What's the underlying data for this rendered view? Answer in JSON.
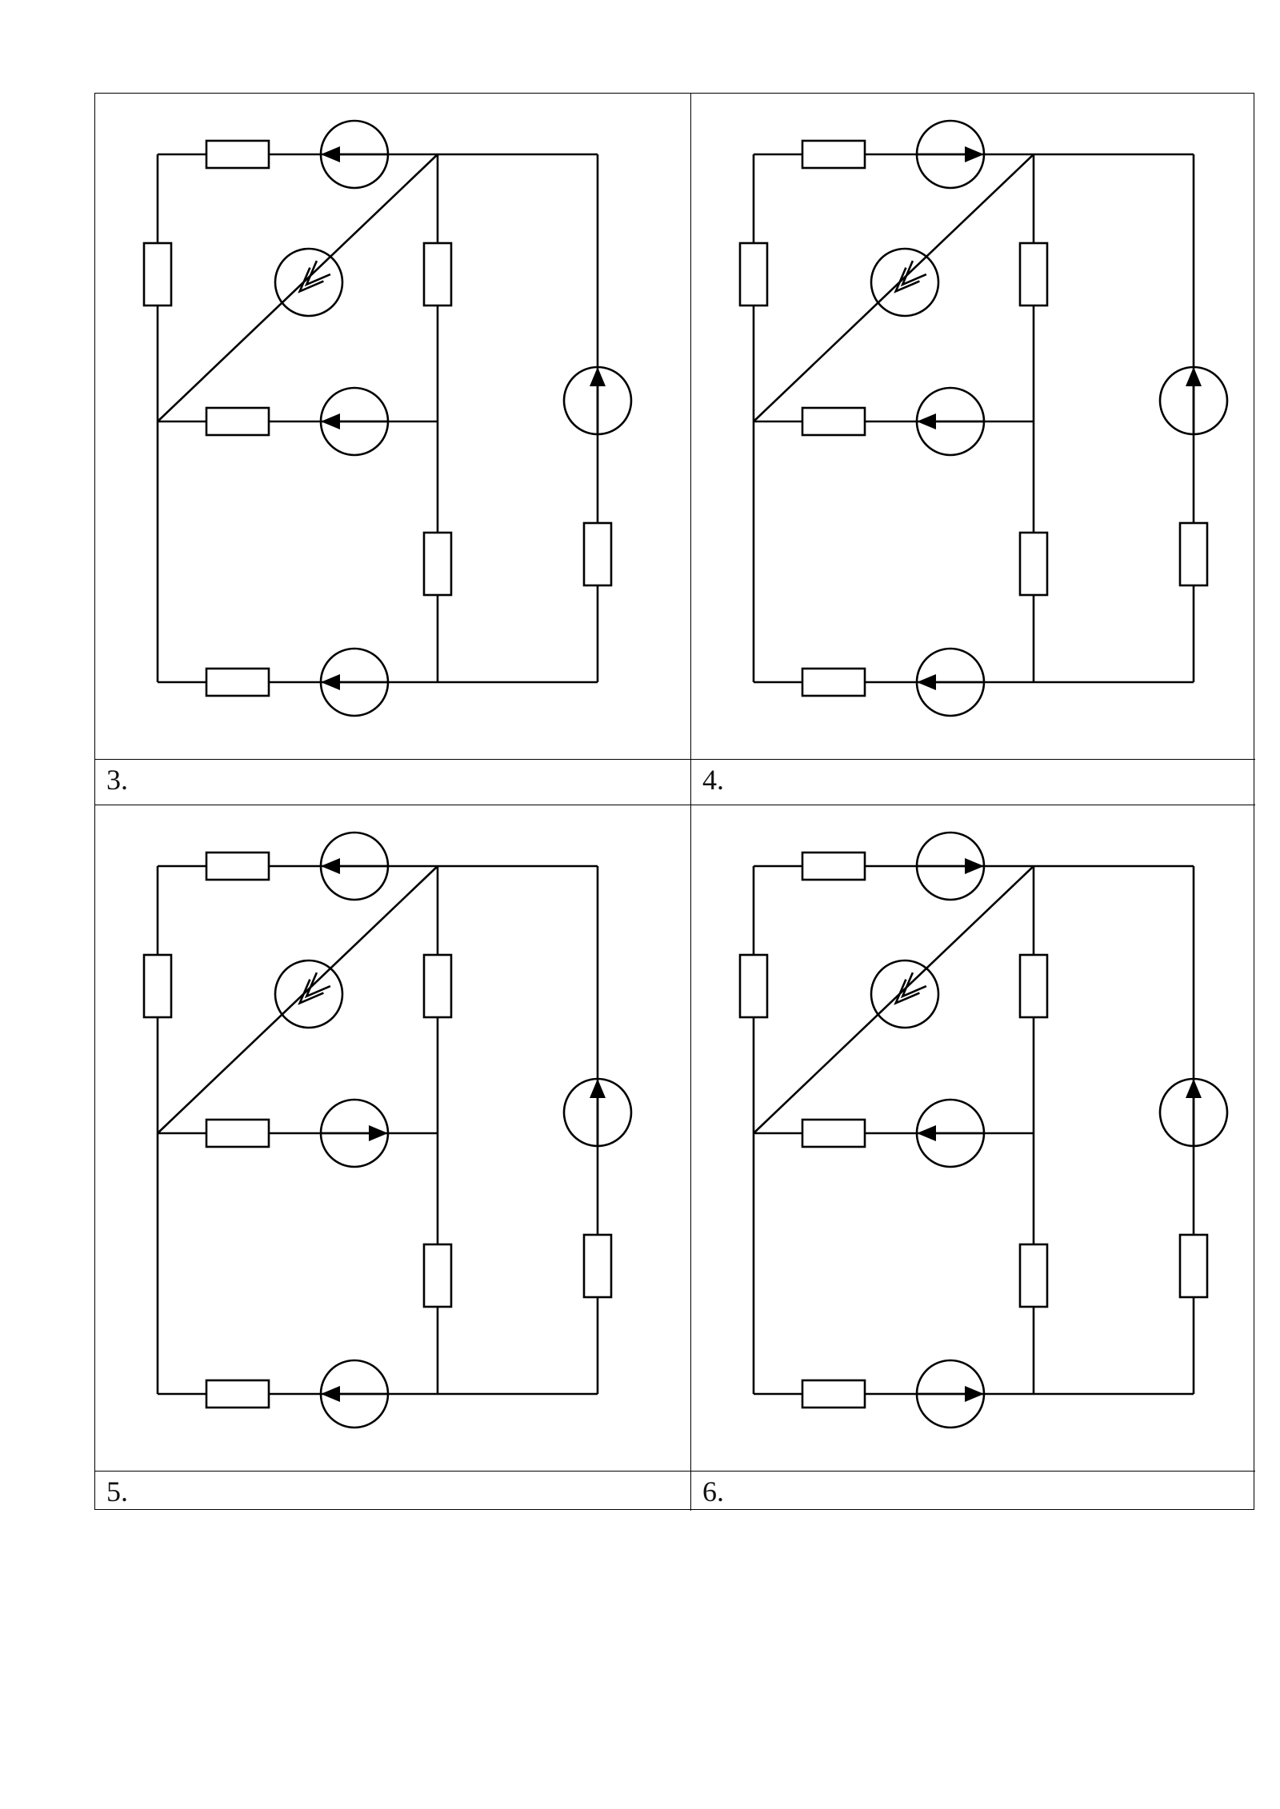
{
  "labels": [
    "3.",
    "4.",
    "5.",
    "6."
  ],
  "diagrams": [
    {
      "name": "circuit-top-left",
      "sources": {
        "top": "left",
        "middle": "left",
        "bottom": "left",
        "right": "up"
      }
    },
    {
      "name": "circuit-top-right",
      "sources": {
        "top": "right",
        "middle": "left",
        "bottom": "left",
        "right": "up"
      }
    },
    {
      "name": "circuit-bottom-left",
      "sources": {
        "top": "left",
        "middle": "right",
        "bottom": "left",
        "right": "up"
      }
    },
    {
      "name": "circuit-bottom-right",
      "sources": {
        "top": "right",
        "middle": "left",
        "bottom": "right",
        "right": "up"
      }
    }
  ]
}
